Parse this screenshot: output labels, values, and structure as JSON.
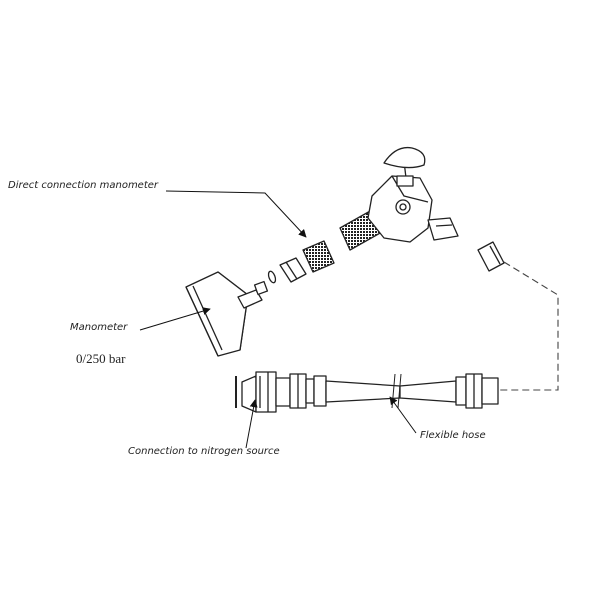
{
  "labels": {
    "direct_connection": "Direct connection manometer",
    "manometer": "Manometer",
    "range": "0/250 bar",
    "nitrogen": "Connection to nitrogen source",
    "hose": "Flexible hose"
  }
}
